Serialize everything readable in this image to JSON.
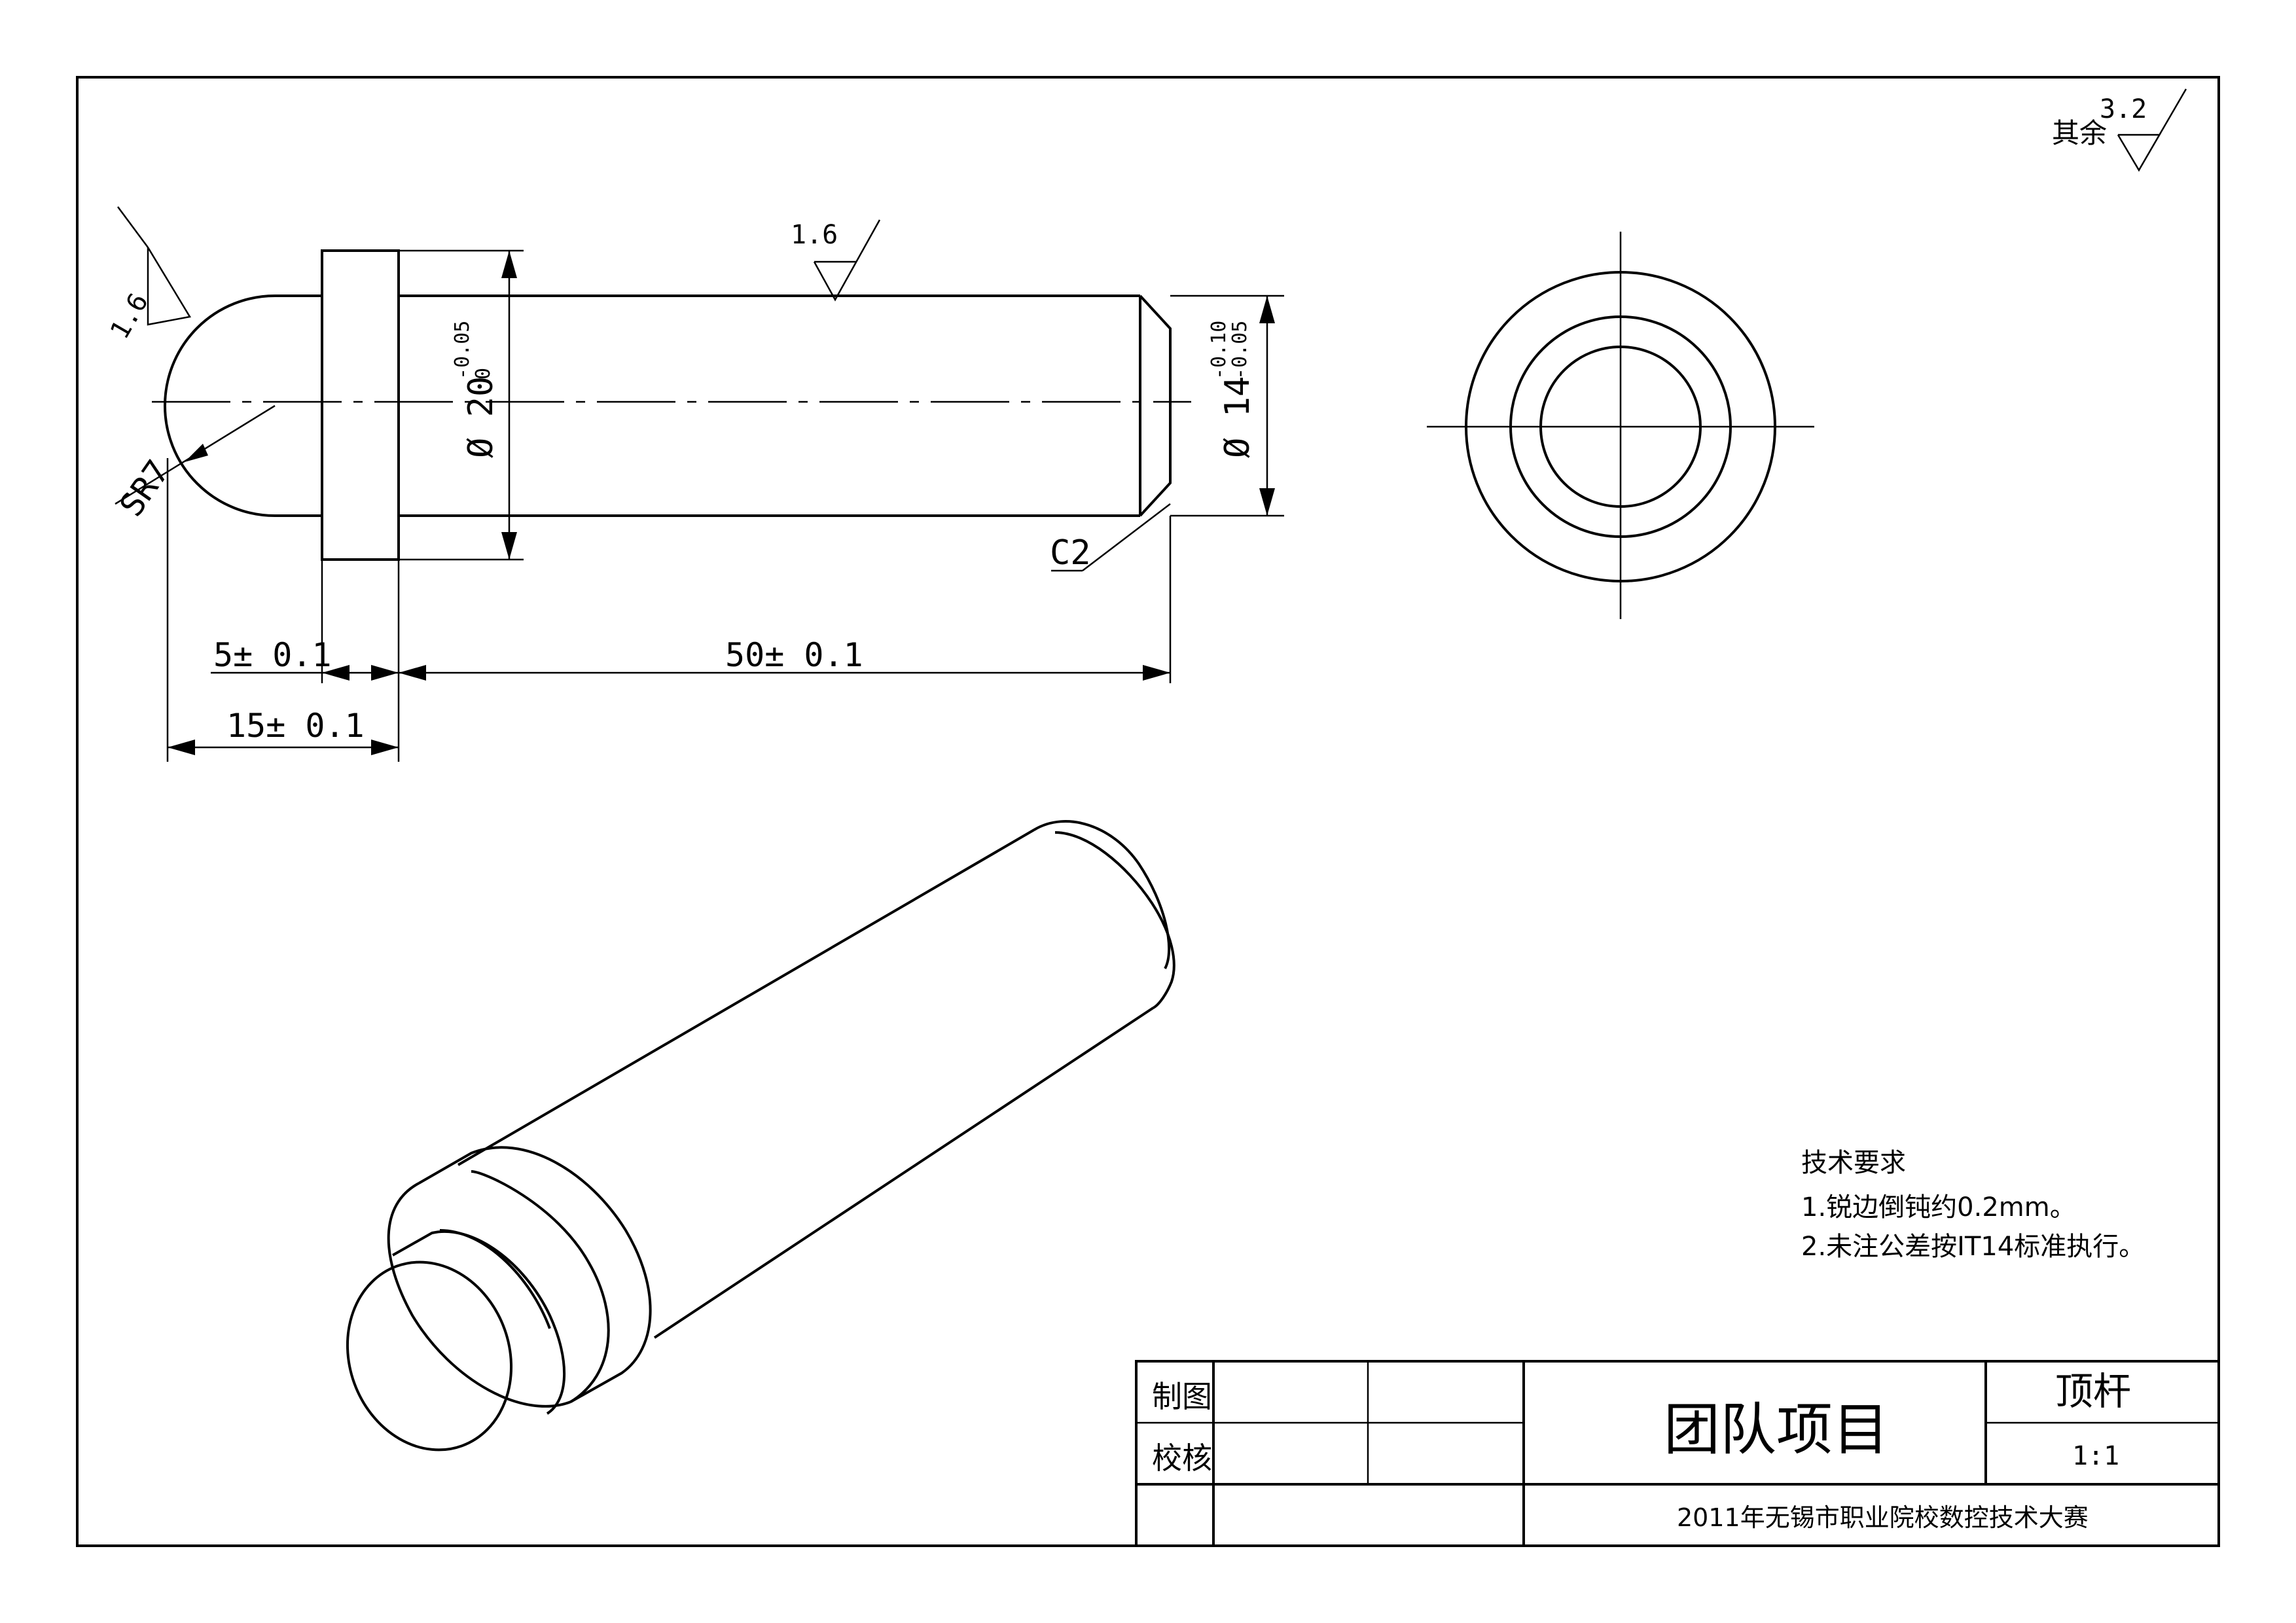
{
  "roughness": {
    "general_prefix": "其余",
    "general_value": "3.2",
    "surface_value": "1.6",
    "sphere_value": "1.6"
  },
  "dimensions": {
    "sphere_radius": "SR7",
    "chamfer": "C2",
    "dia_collar_base": "Ø 20",
    "dia_collar_upper": "-0.05",
    "dia_collar_lower": "0",
    "dia_shaft_base": "Ø 14",
    "dia_shaft_upper": "-0.10",
    "dia_shaft_lower": "-0.05",
    "len_collar": "5± 0.1",
    "len_shaft": "50± 0.1",
    "len_head": "15± 0.1"
  },
  "tech_requirements": {
    "title": "技术要求",
    "items": [
      "1.锐边倒钝约0.2mm。",
      "2.未注公差按IT14标准执行。"
    ]
  },
  "title_block": {
    "drawn_by_label": "制图",
    "checked_by_label": "校核",
    "team_label": "团队项目",
    "part_name": "顶杆",
    "scale": "1:1",
    "competition": "2011年无锡市职业院校数控技术大赛"
  }
}
